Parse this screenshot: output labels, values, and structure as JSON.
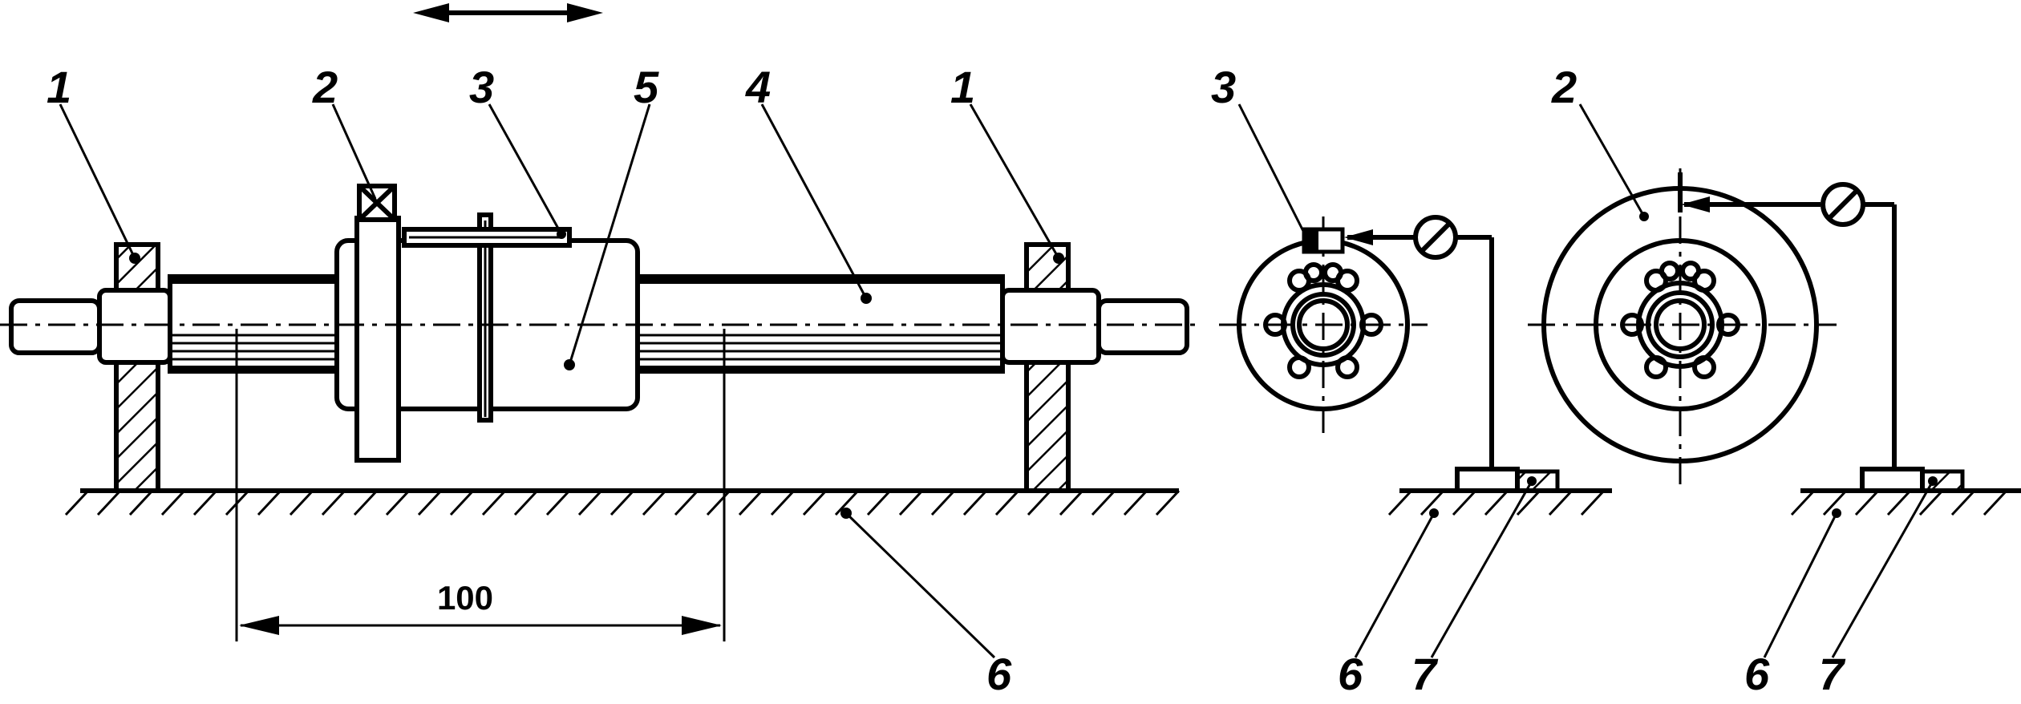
{
  "labels": {
    "l1a": "1",
    "l2a": "2",
    "l3a": "3",
    "l5": "5",
    "l4": "4",
    "l1b": "1",
    "l3b": "3",
    "l2b": "2",
    "l6a": "6",
    "l6b": "6",
    "l7b": "7",
    "l6c": "6",
    "l7c": "7"
  },
  "dimension": "100"
}
